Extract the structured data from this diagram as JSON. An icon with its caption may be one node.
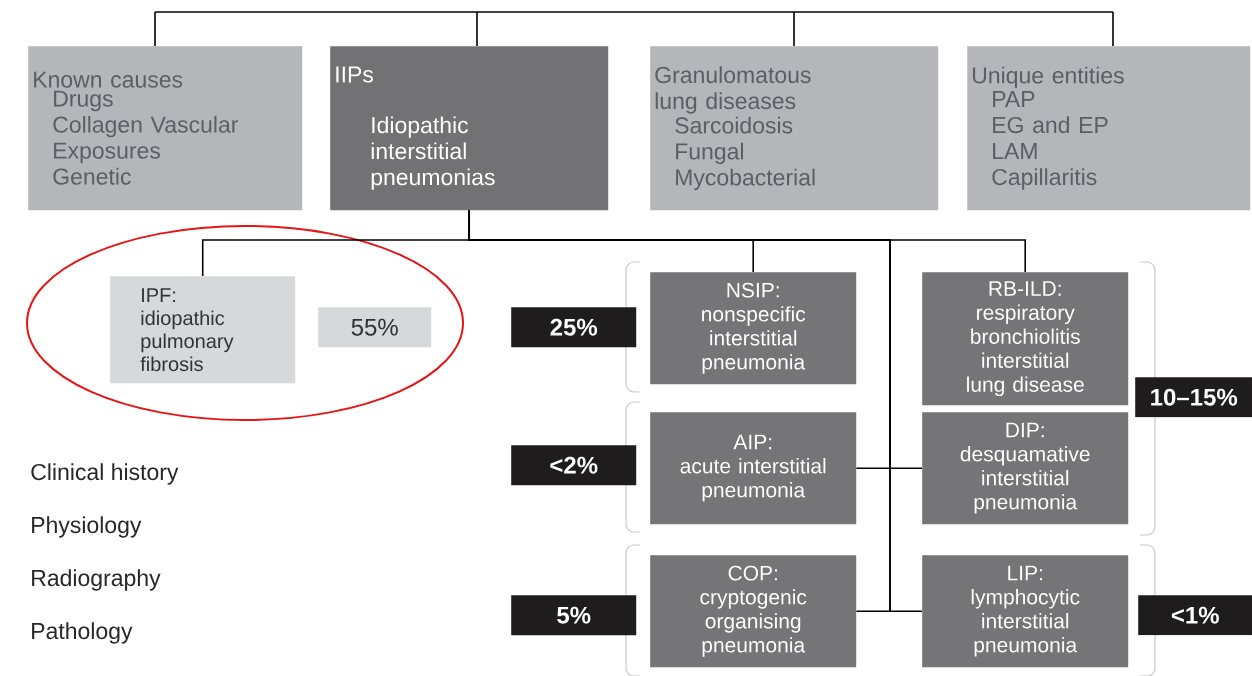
{
  "diagram": {
    "nodes": [
      {
        "text": [
          "Known causes",
          "Drugs",
          "Collagen Vascular",
          "Exposures",
          "Genetic"
        ]
      },
      {
        "text": [
          "IIPs",
          "Idiopathic interstitial pneumonias"
        ]
      },
      {
        "text": [
          "Granulomatous lung diseases",
          "Sarcoidosis",
          "Fungal",
          "Mycobacterial"
        ]
      },
      {
        "text": [
          "Unique entities",
          "PAP",
          "EG and EP",
          "LAM",
          "Capillaritis"
        ]
      },
      {
        "text": [],
        "shape": "ellipse"
      },
      {
        "text": [
          "IPF:",
          "idiopathic pulmonary fibrosis"
        ],
        "in": 4
      },
      {
        "text": [
          "55%"
        ],
        "in": 4
      },
      {
        "text": [
          "25%"
        ]
      },
      {
        "text": [
          "NSIP:",
          "nonspecific interstitial pneumonia"
        ]
      },
      {
        "text": [
          "RB-ILD:",
          "respiratory bronchiolitis interstitial lung disease"
        ]
      },
      {
        "text": [
          "10–15%"
        ]
      },
      {
        "text": [
          "<2%"
        ]
      },
      {
        "text": [
          "AIP:",
          "acute interstitial pneumonia"
        ]
      },
      {
        "text": [
          "DIP:",
          "desquamative interstitial pneumonia"
        ]
      },
      {
        "text": [
          "5%"
        ]
      },
      {
        "text": [
          "COP:",
          "cryptogenic organising pneumonia"
        ]
      },
      {
        "text": [
          "LIP:",
          "lymphocytic interstitial pneumonia"
        ]
      },
      {
        "text": [
          "<1%"
        ]
      }
    ],
    "edges": [
      {
        "from": null,
        "to": 0,
        "arrow": "none"
      },
      {
        "from": null,
        "to": 1,
        "arrow": "none"
      },
      {
        "from": null,
        "to": 2,
        "arrow": "none"
      },
      {
        "from": null,
        "to": 3,
        "arrow": "none"
      },
      {
        "from": 1,
        "to": 5,
        "arrow": "none"
      },
      {
        "from": 1,
        "to": 8,
        "arrow": "none"
      },
      {
        "from": 1,
        "to": 9,
        "arrow": "none"
      },
      {
        "from": 1,
        "to": 12,
        "arrow": "none"
      },
      {
        "from": 1,
        "to": 13,
        "arrow": "none"
      },
      {
        "from": 1,
        "to": 15,
        "arrow": "none"
      },
      {
        "from": 1,
        "to": 16,
        "arrow": "none"
      }
    ],
    "labels": [
      "Clinical history",
      "Physiology",
      "Radiography",
      "Pathology"
    ]
  }
}
